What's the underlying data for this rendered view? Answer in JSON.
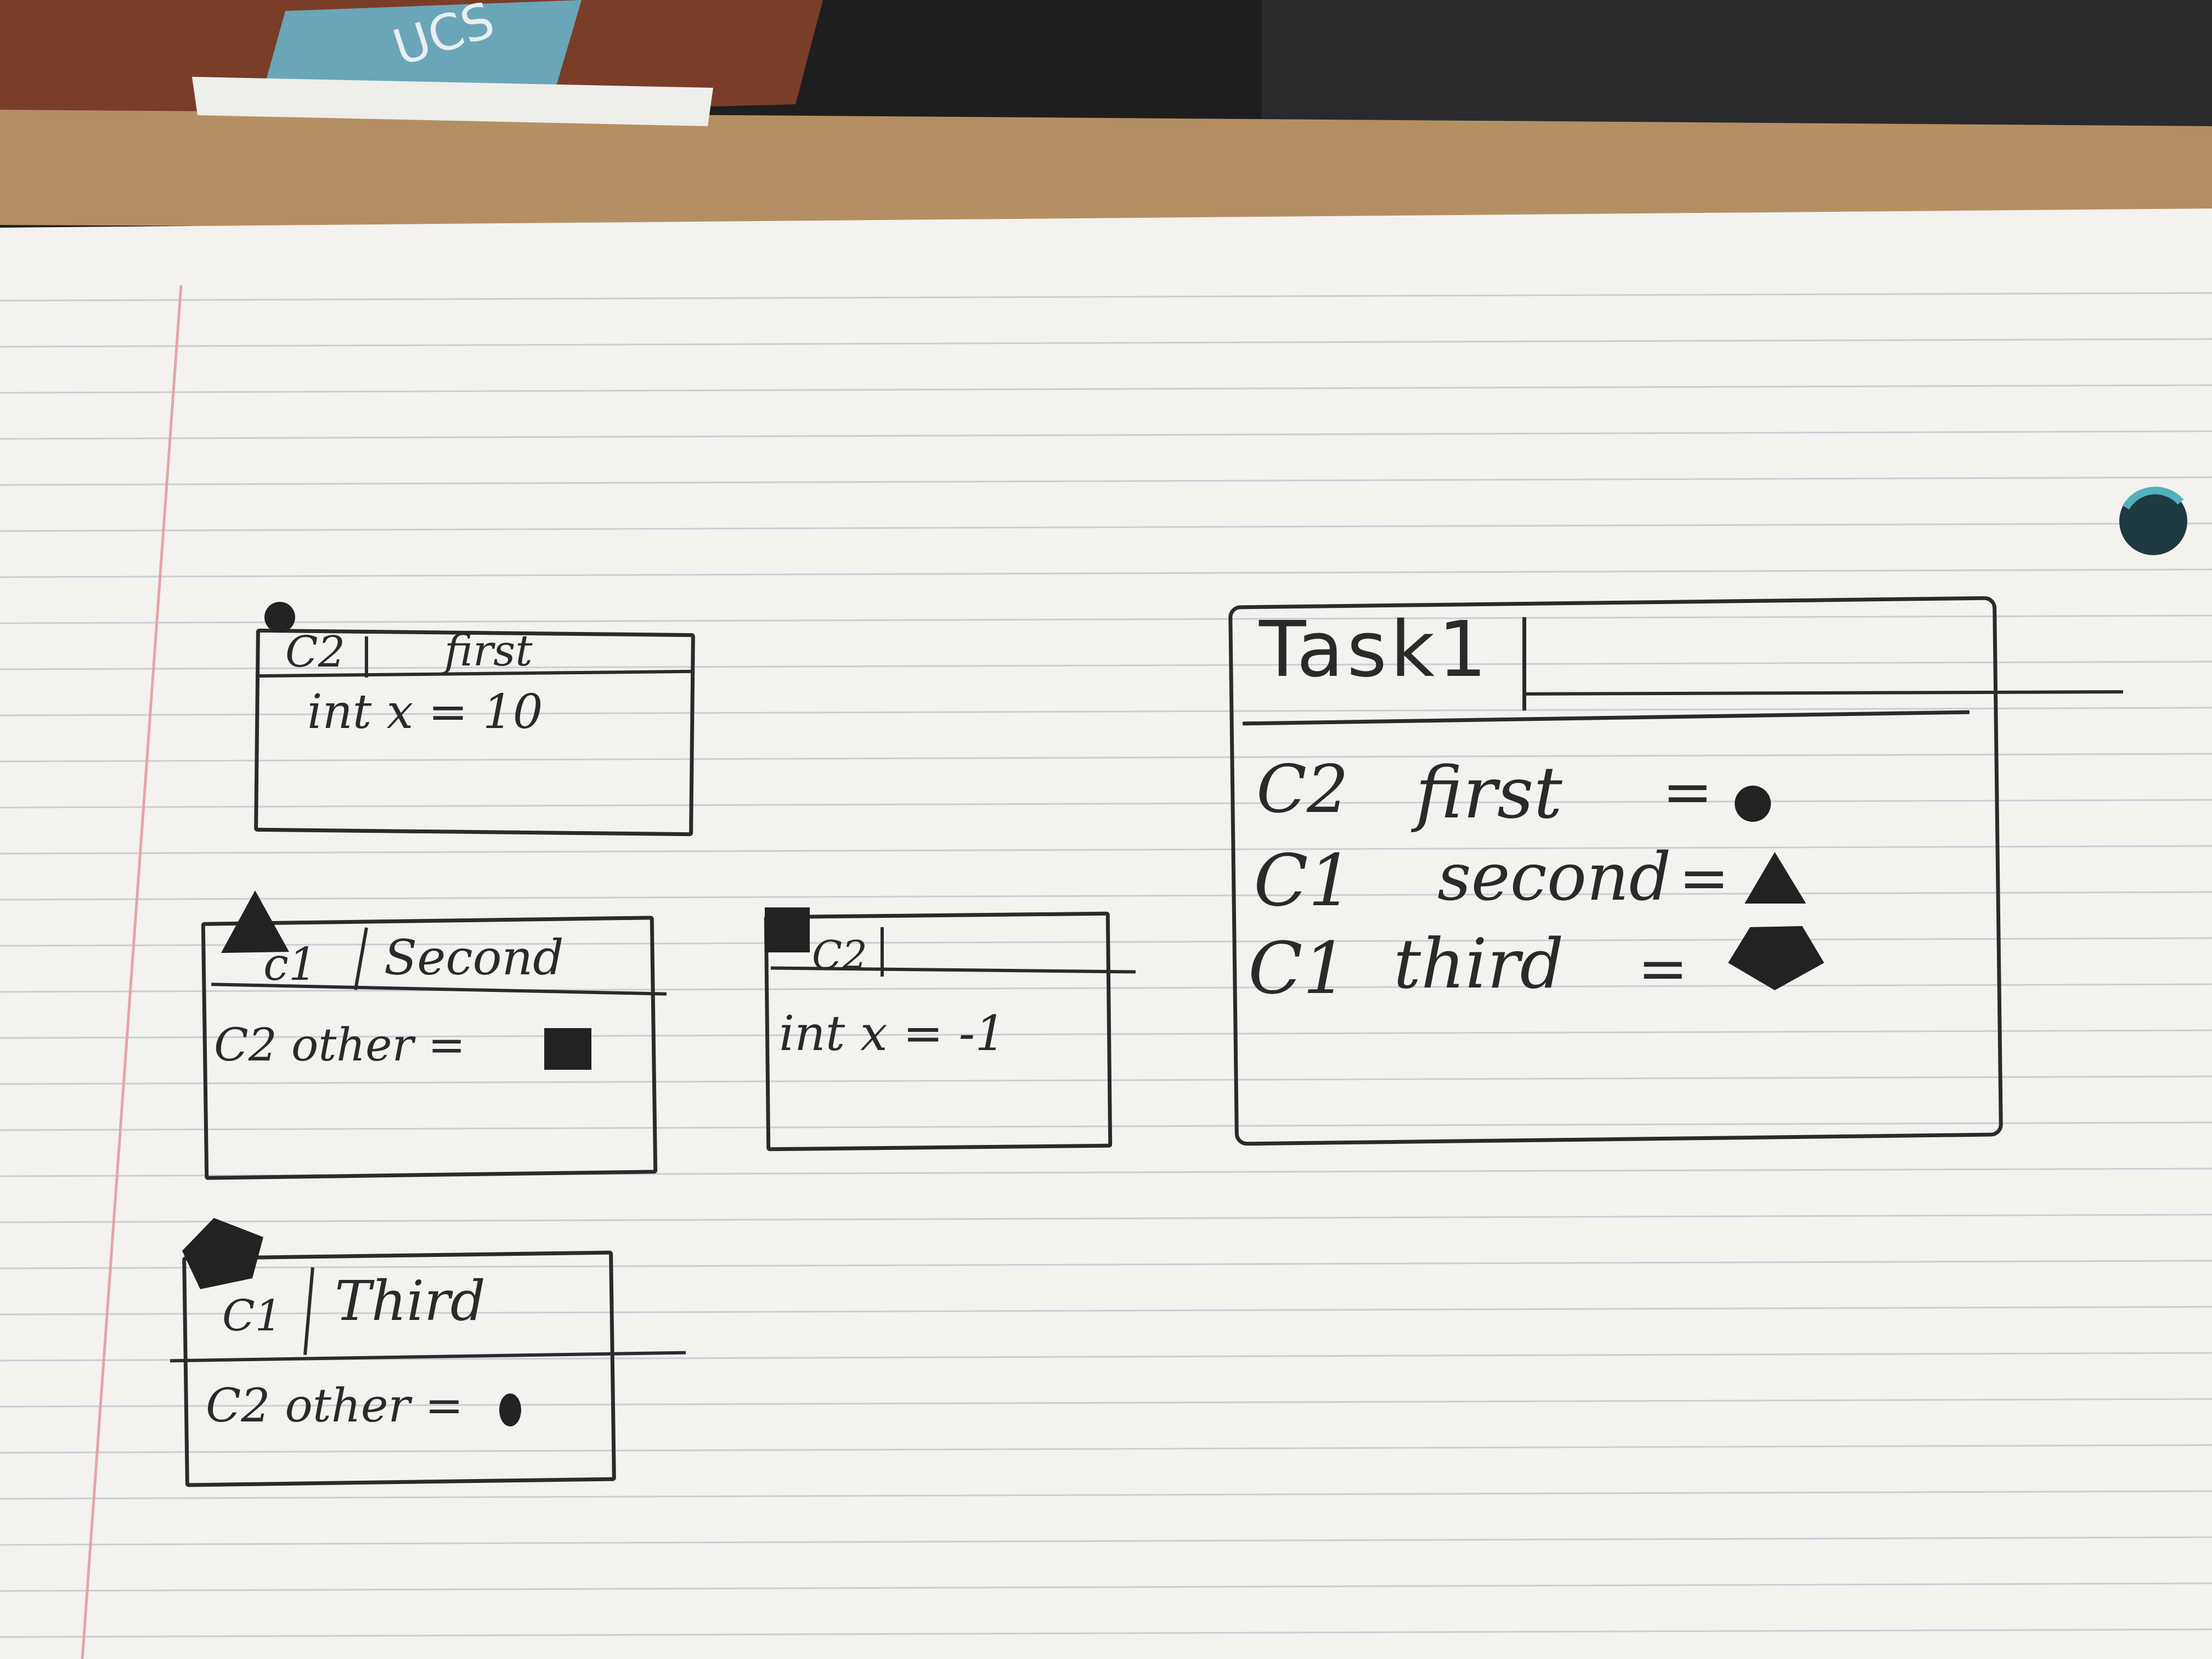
{
  "background": {
    "desk_color": "#1e1e1e",
    "book_label": "UCS",
    "clipboard_color": "#b58f63",
    "paper_color": "#f3f2ef",
    "rule_color": "#c9cfd6",
    "margin_color": "#e3a6aa",
    "ink_color": "#2a2a2a"
  },
  "objects": {
    "first": {
      "class_name": "C2",
      "var_name": "first",
      "marker": "circle",
      "fields": [
        "int x = 10"
      ]
    },
    "second": {
      "class_name": "c1",
      "var_name": "Second",
      "marker": "triangle",
      "fields": [
        "C2 other = "
      ],
      "field_marker": "square"
    },
    "third": {
      "class_name": "C1",
      "var_name": "Third",
      "marker": "pentagon",
      "fields": [
        "C2 other = "
      ],
      "field_marker": "circle"
    },
    "anon": {
      "class_name": "C2",
      "var_name": "",
      "marker": "square",
      "fields": [
        "int x = -1"
      ]
    }
  },
  "task": {
    "title": "Task1",
    "rows": [
      {
        "type": "C2",
        "name": "first",
        "eq": "=",
        "marker": "circle"
      },
      {
        "type": "C1",
        "name": "second",
        "eq": "=",
        "marker": "triangle"
      },
      {
        "type": "C1",
        "name": "third",
        "eq": "=",
        "marker": "pentagon"
      }
    ]
  }
}
